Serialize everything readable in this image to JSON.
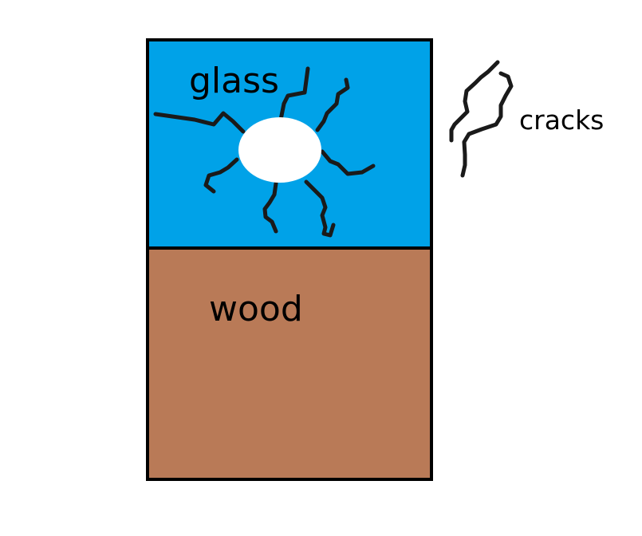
{
  "labels": {
    "glass": "glass",
    "wood": "wood",
    "cracks": "cracks"
  },
  "colors": {
    "glass": "#00a2e8",
    "wood": "#b97a57",
    "hole": "#ffffff",
    "outline": "#000000",
    "crack": "#1a1a1a"
  }
}
